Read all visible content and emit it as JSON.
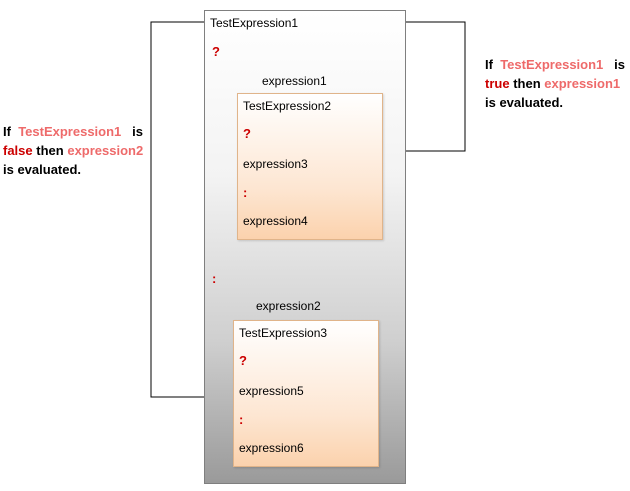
{
  "outer": {
    "condition": "TestExpression1",
    "question": "?",
    "true_label": "expression1",
    "colon": ":",
    "false_label": "expression2"
  },
  "inner_true": {
    "condition": "TestExpression2",
    "question": "?",
    "true_expr": "expression3",
    "colon": ":",
    "false_expr": "expression4"
  },
  "inner_false": {
    "condition": "TestExpression3",
    "question": "?",
    "true_expr": "expression5",
    "colon": ":",
    "false_expr": "expression6"
  },
  "note_true": {
    "w_if": "If",
    "w_test": "TestExpression1",
    "w_is": "is",
    "w_value": "true",
    "w_then": "then",
    "w_expr": "expression1",
    "w_rest": "is evaluated."
  },
  "note_false": {
    "w_if": "If",
    "w_test": "TestExpression1",
    "w_is": "is",
    "w_value": "false",
    "w_then": "then",
    "w_expr": "expression2",
    "w_rest": "is evaluated."
  },
  "colors": {
    "highlight": "#ee6a6a",
    "keyword": "#cc0000",
    "arrow": "#000000"
  }
}
